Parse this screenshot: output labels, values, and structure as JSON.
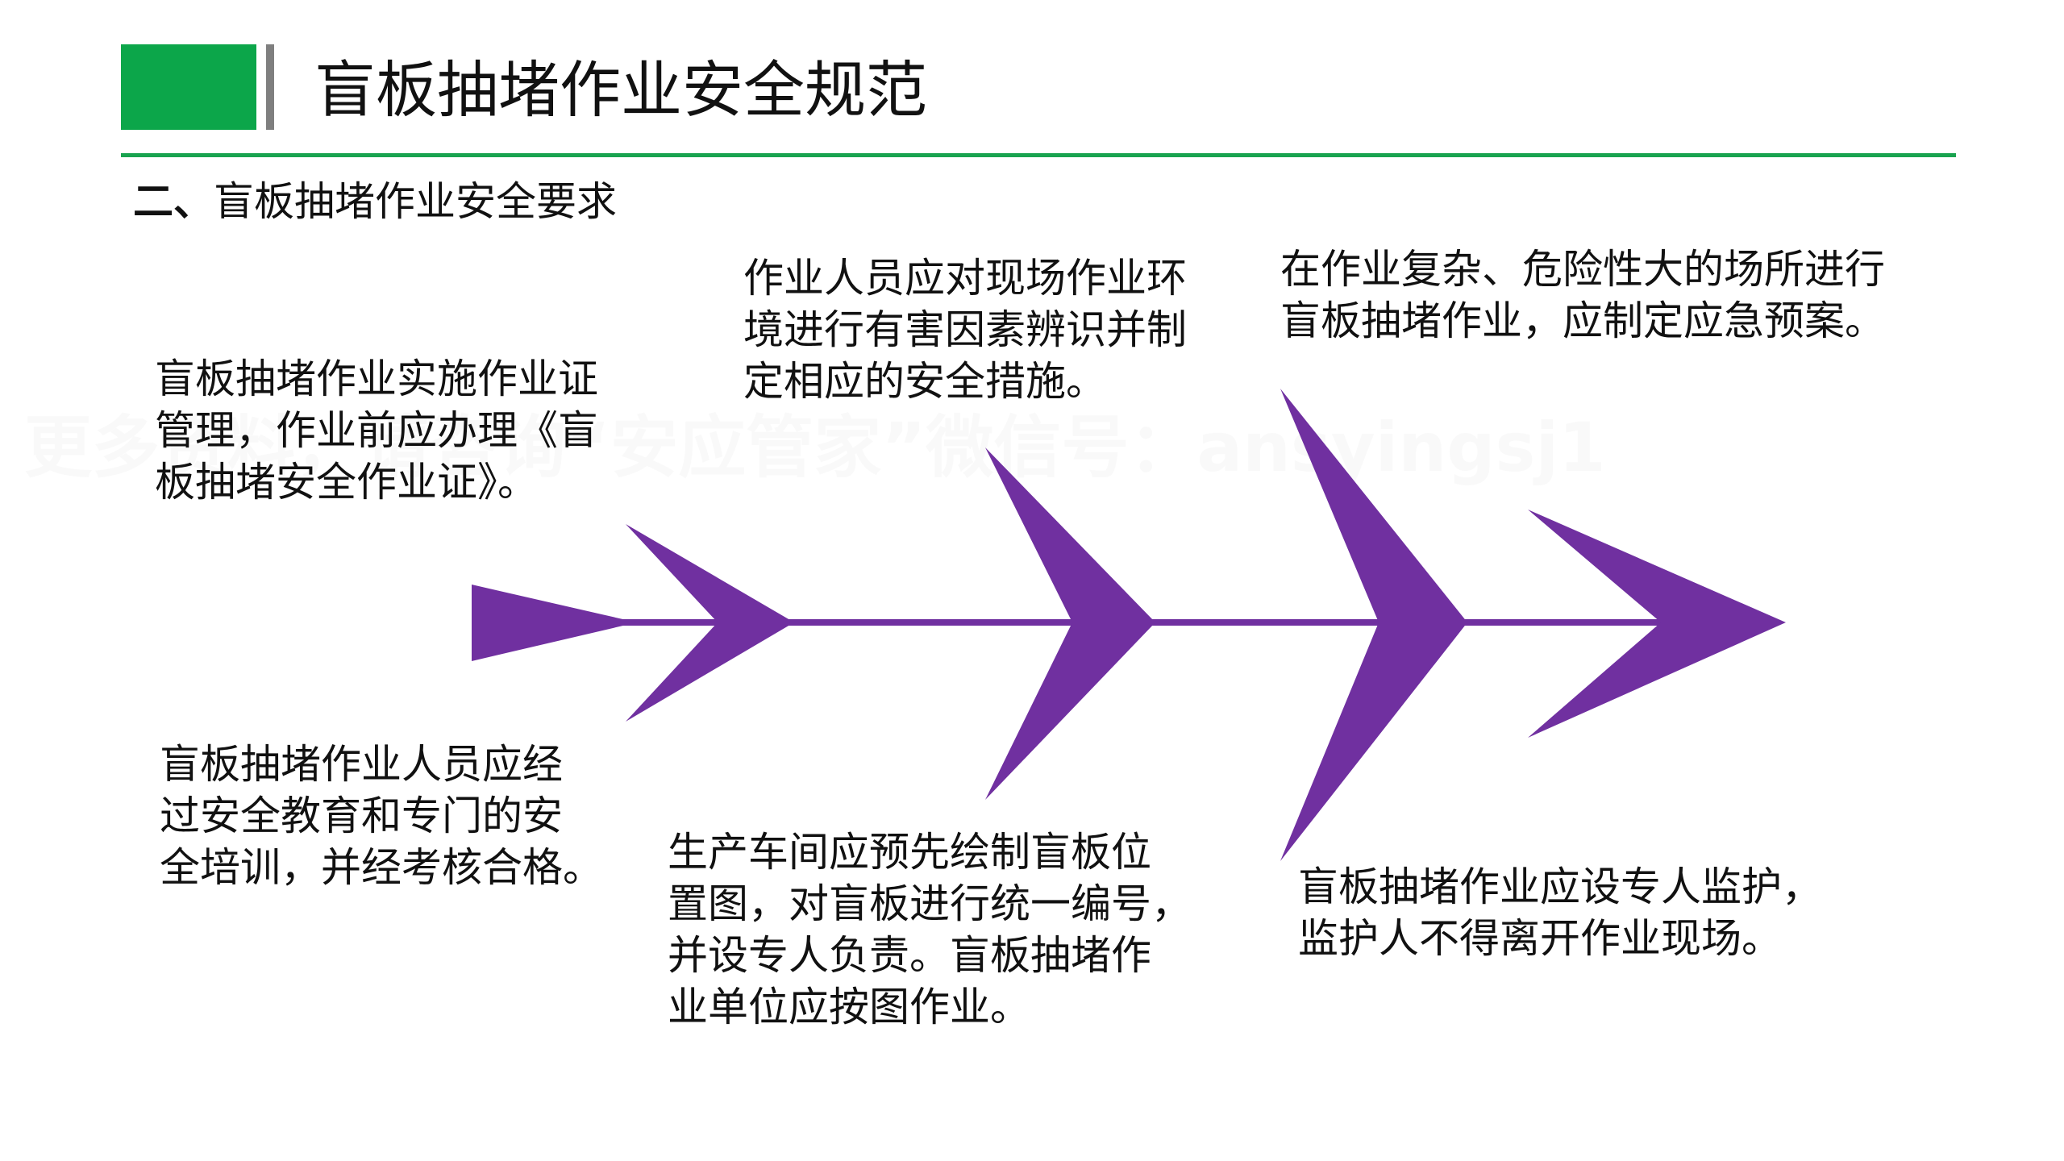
{
  "header": {
    "title": "盲板抽堵作业安全规范",
    "subtitle_num": "二、",
    "subtitle_text": "盲板抽堵作业安全要求"
  },
  "watermark": "更多资料，请咨询“安应管家”微信号：ansyingsj1",
  "colors": {
    "accent_green": "#0ca64a",
    "rule_green": "#19a34f",
    "bar_gray": "#7f7f7f",
    "fishbone_purple": "#7030a0"
  },
  "notes": {
    "top_left": [
      "盲板抽堵作业实施作业证",
      "管理，作业前应办理《盲",
      "板抽堵安全作业证》。"
    ],
    "top_middle": [
      "作业人员应对现场作业环",
      "境进行有害因素辨识并制",
      "定相应的安全措施。"
    ],
    "top_right": [
      "在作业复杂、危险性大的场所进行",
      "盲板抽堵作业，应制定应急预案。"
    ],
    "bottom_left": [
      "盲板抽堵作业人员应经",
      "过安全教育和专门的安",
      "全培训，并经考核合格。"
    ],
    "bottom_middle": [
      "生产车间应预先绘制盲板位",
      "置图，对盲板进行统一编号，",
      "并设专人负责。盲板抽堵作",
      "业单位应按图作业。"
    ],
    "bottom_right": [
      "盲板抽堵作业应设专人监护，",
      "监护人不得离开作业现场。"
    ]
  }
}
